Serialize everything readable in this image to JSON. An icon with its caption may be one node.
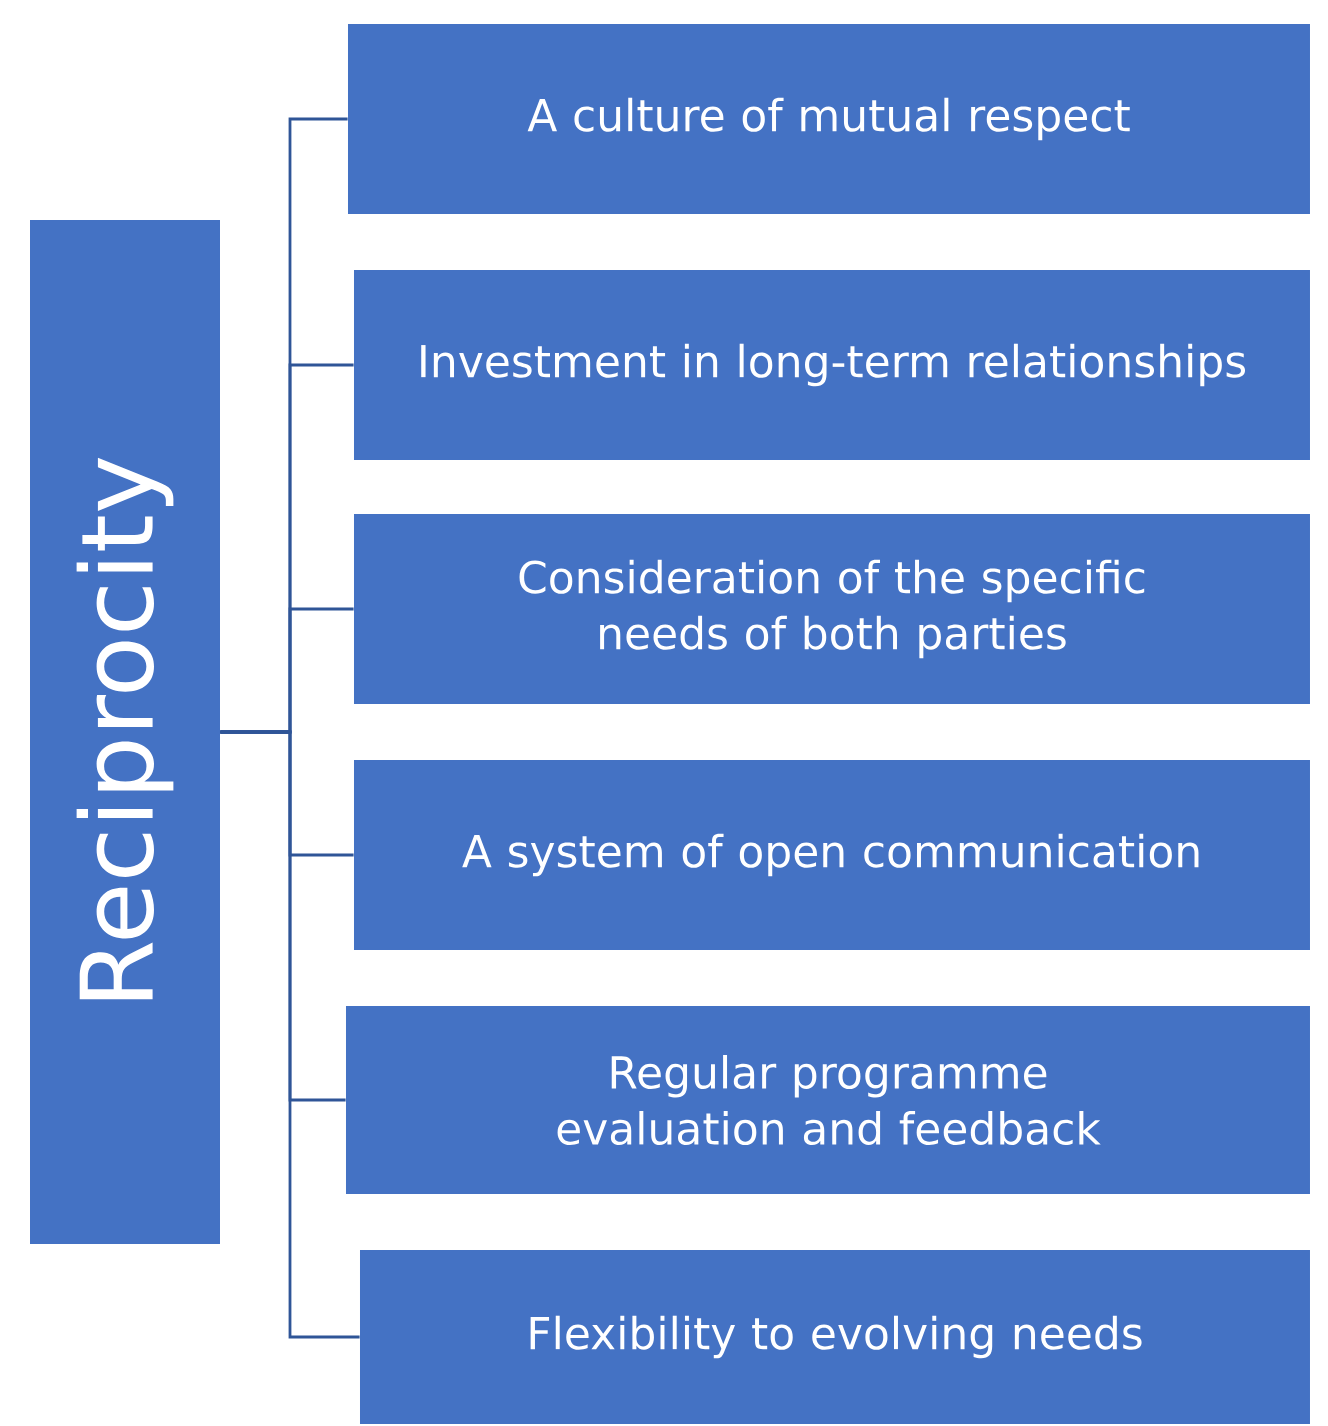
{
  "diagram": {
    "nodes": [
      {
        "text": [
          "Reciprocity"
        ]
      },
      {
        "text": [
          "A culture of mutual respect"
        ]
      },
      {
        "text": [
          "Investment in long-term relationships"
        ]
      },
      {
        "text": [
          "Consideration of the specific needs of both parties"
        ]
      },
      {
        "text": [
          "A system of open communication"
        ]
      },
      {
        "text": [
          "Regular programme evaluation and feedback"
        ]
      },
      {
        "text": [
          "Flexibility to evolving needs"
        ]
      }
    ],
    "edges": [
      {
        "from": 0,
        "to": 1,
        "arrow": "none"
      },
      {
        "from": 0,
        "to": 2,
        "arrow": "none"
      },
      {
        "from": 0,
        "to": 3,
        "arrow": "none"
      },
      {
        "from": 0,
        "to": 4,
        "arrow": "none"
      },
      {
        "from": 0,
        "to": 5,
        "arrow": "none"
      },
      {
        "from": 0,
        "to": 6,
        "arrow": "none"
      }
    ]
  }
}
